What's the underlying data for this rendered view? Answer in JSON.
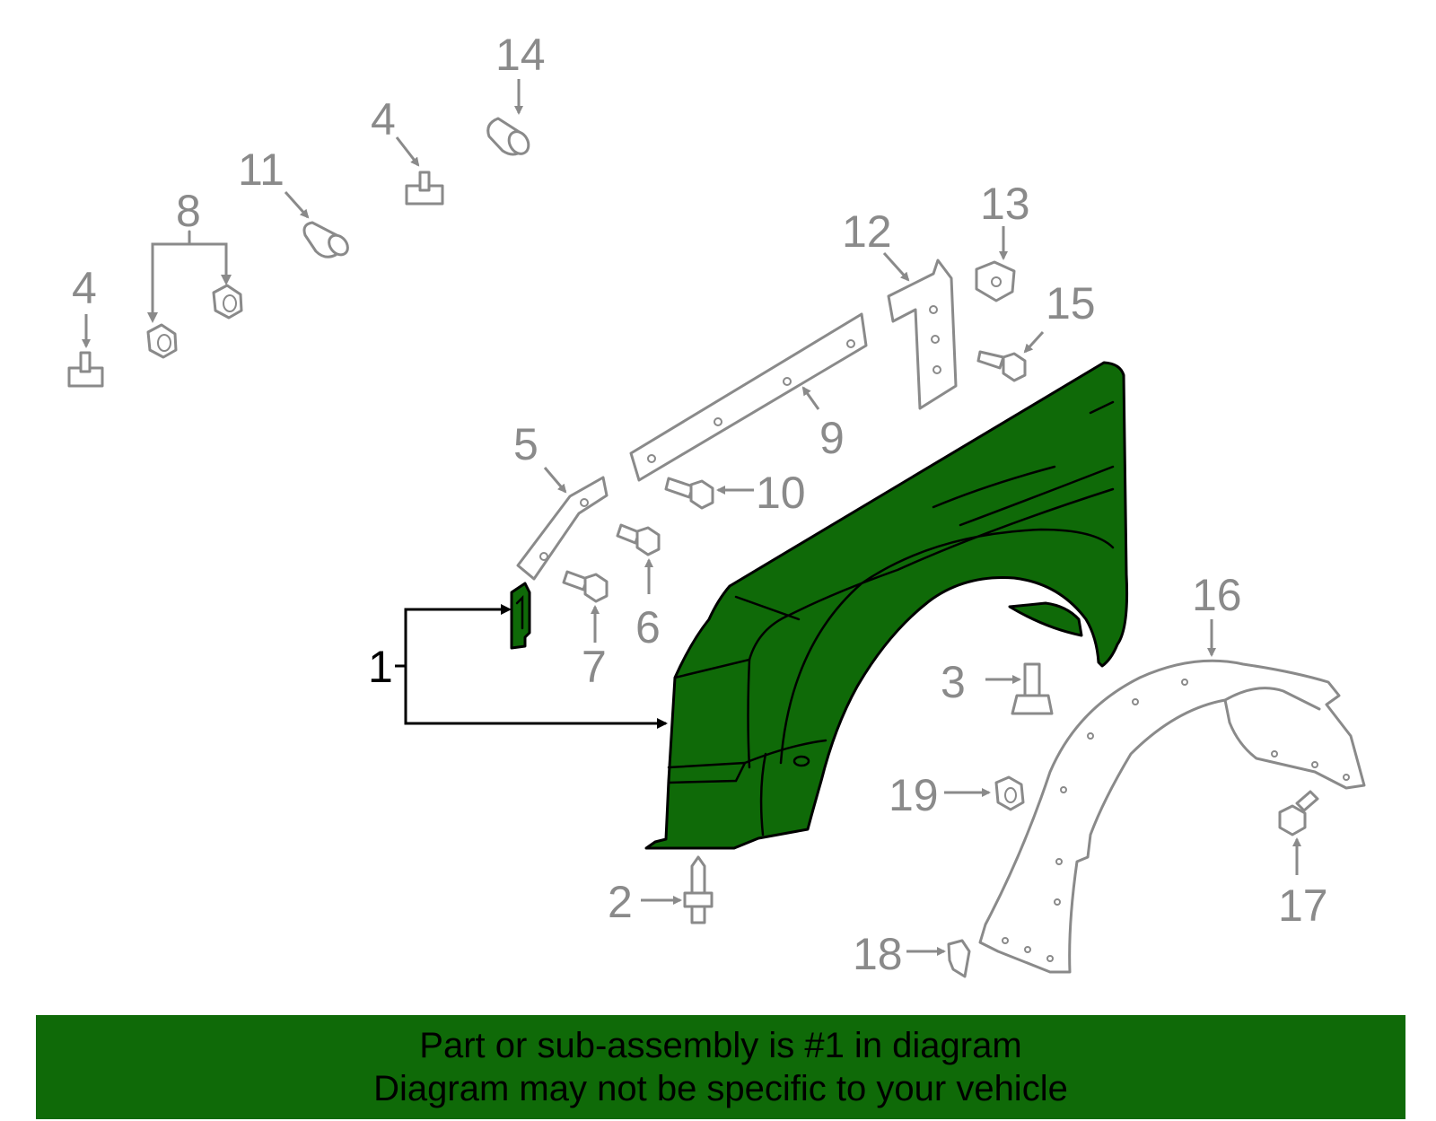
{
  "diagram": {
    "labels": {
      "l1": "1",
      "l2": "2",
      "l3": "3",
      "l4a": "4",
      "l4b": "4",
      "l5": "5",
      "l6": "6",
      "l7": "7",
      "l8": "8",
      "l9": "9",
      "l10": "10",
      "l11": "11",
      "l12": "12",
      "l13": "13",
      "l14": "14",
      "l15": "15",
      "l16": "16",
      "l17": "17",
      "l18": "18",
      "l19": "19"
    },
    "colors": {
      "highlight": "#0f6a08",
      "parts": "#8a8a8a",
      "outline": "#000000"
    }
  },
  "banner": {
    "line1": "Part or sub-assembly is #1 in diagram",
    "line2": "Diagram may not be specific to your vehicle"
  }
}
